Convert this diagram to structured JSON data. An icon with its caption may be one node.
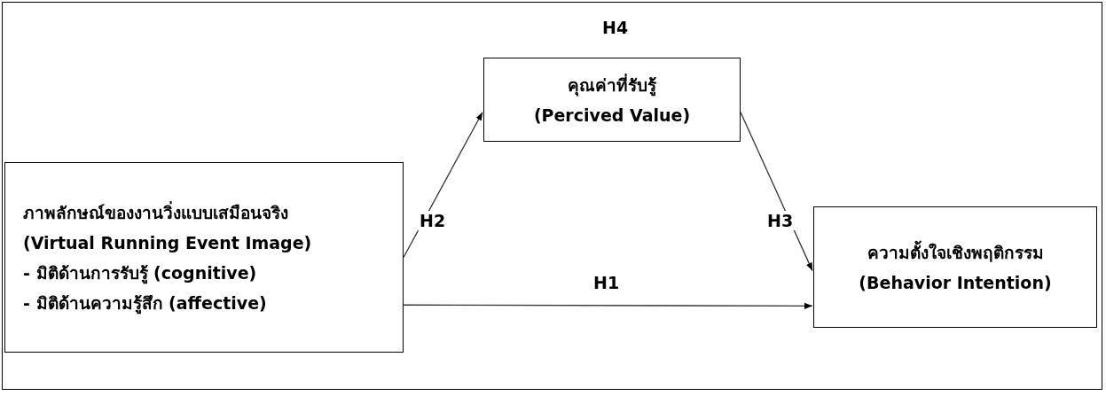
{
  "diagram": {
    "nodes": [
      {
        "text": [
          "ภาพลักษณ์ของงานวิ่งแบบเสมือนจริง (Virtual Running Event Image)",
          "- มิติด้านการรับรู้ (cognitive)",
          "- มิติด้านความรู้สึก (affective)"
        ]
      },
      {
        "text": [
          "คุณค่าที่รับรู้ (Percived Value)"
        ]
      },
      {
        "text": [
          "ความตั้งใจเชิงพฤติกรรม (Behavior Intention)"
        ]
      }
    ],
    "edges": [
      {
        "from": 0,
        "to": 1,
        "arrow": "to",
        "label": "H2"
      },
      {
        "from": 1,
        "to": 2,
        "arrow": "to",
        "label": "H3"
      },
      {
        "from": 0,
        "to": 2,
        "arrow": "to",
        "label": "H1"
      }
    ],
    "labels": [
      "H4"
    ]
  }
}
